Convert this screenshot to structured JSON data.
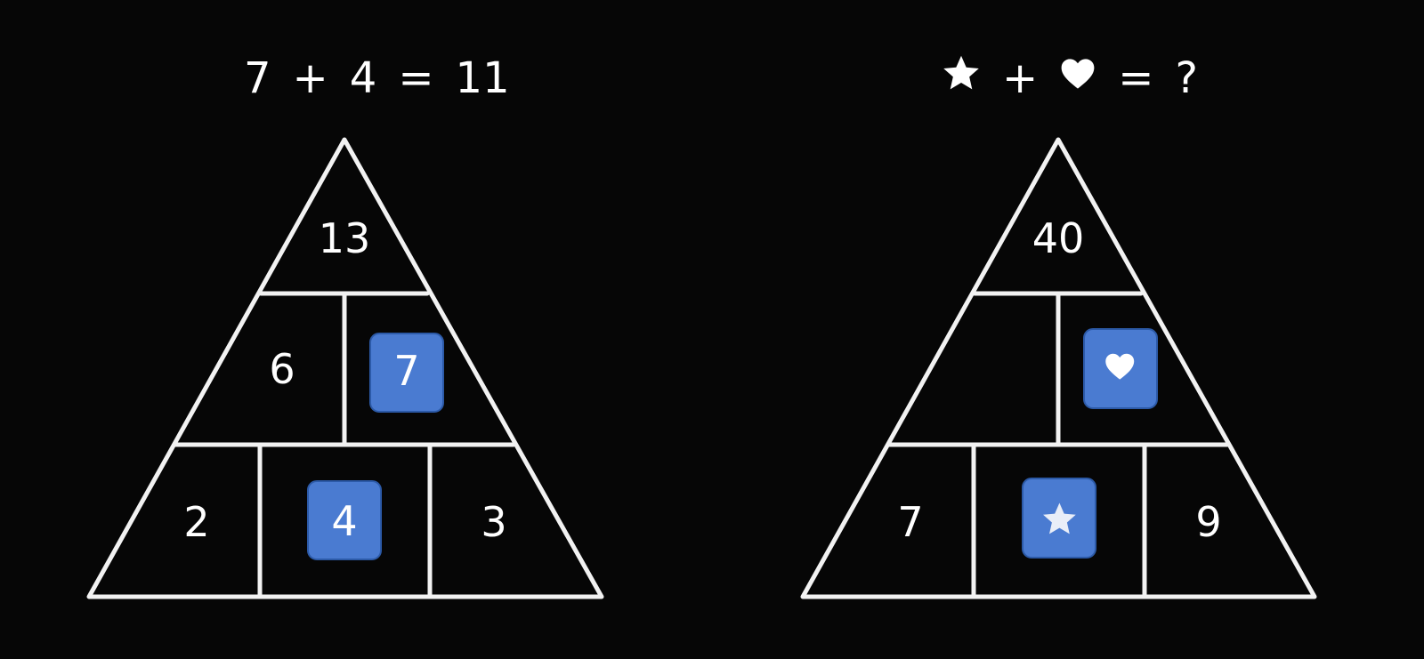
{
  "left_puzzle": {
    "equation": {
      "a": "7",
      "op": "+",
      "b": "4",
      "eq": "=",
      "result": "11"
    },
    "top": "13",
    "middle_left": "6",
    "middle_right": "7",
    "bottom_left": "2",
    "bottom_middle": "4",
    "bottom_right": "3"
  },
  "right_puzzle": {
    "equation": {
      "a_icon": "star-icon",
      "op": "+",
      "b_icon": "heart-icon",
      "eq": "=",
      "result": "?"
    },
    "top": "40",
    "middle_left": "",
    "middle_right_icon": "heart-icon",
    "bottom_left": "7",
    "bottom_middle_icon": "star-icon",
    "bottom_right": "9"
  },
  "colors": {
    "background": "#060606",
    "tile": "#4a7bd1",
    "line": "#f2f2f2",
    "text": "#ffffff"
  }
}
